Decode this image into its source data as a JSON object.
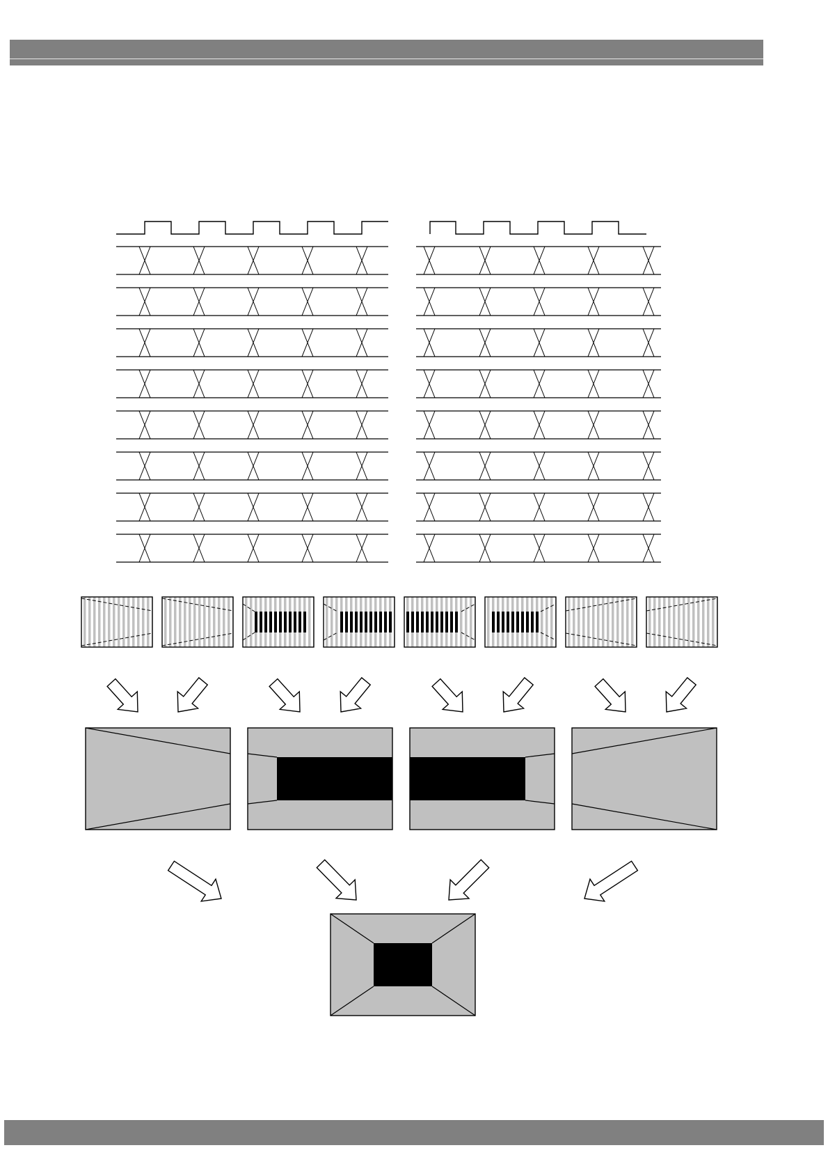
{
  "page": {
    "header_band_color": "#808080",
    "footer_band_color": "#808080"
  },
  "diagram": {
    "description_free": true,
    "timing": {
      "groups": 2,
      "data_lines": 8,
      "transitions_per_line": 5,
      "clock_pulses": [
        5,
        4
      ]
    },
    "stripe_frames": [
      {
        "pattern": "wedge-open-left"
      },
      {
        "pattern": "wedge-open-left"
      },
      {
        "pattern": "bar-right"
      },
      {
        "pattern": "bar-center"
      },
      {
        "pattern": "bar-center"
      },
      {
        "pattern": "bar-left"
      },
      {
        "pattern": "wedge-open-right"
      },
      {
        "pattern": "wedge-open-right"
      }
    ],
    "composite_frames": [
      {
        "pattern": "wedge-open-left"
      },
      {
        "pattern": "block-right"
      },
      {
        "pattern": "block-left"
      },
      {
        "pattern": "wedge-open-right"
      }
    ],
    "result_frame": {
      "pattern": "block-center"
    },
    "colors": {
      "stripe_gray": "#c0c0c0",
      "fill_gray": "#c0c0c0",
      "block_black": "#000000",
      "line": "#000000"
    }
  }
}
